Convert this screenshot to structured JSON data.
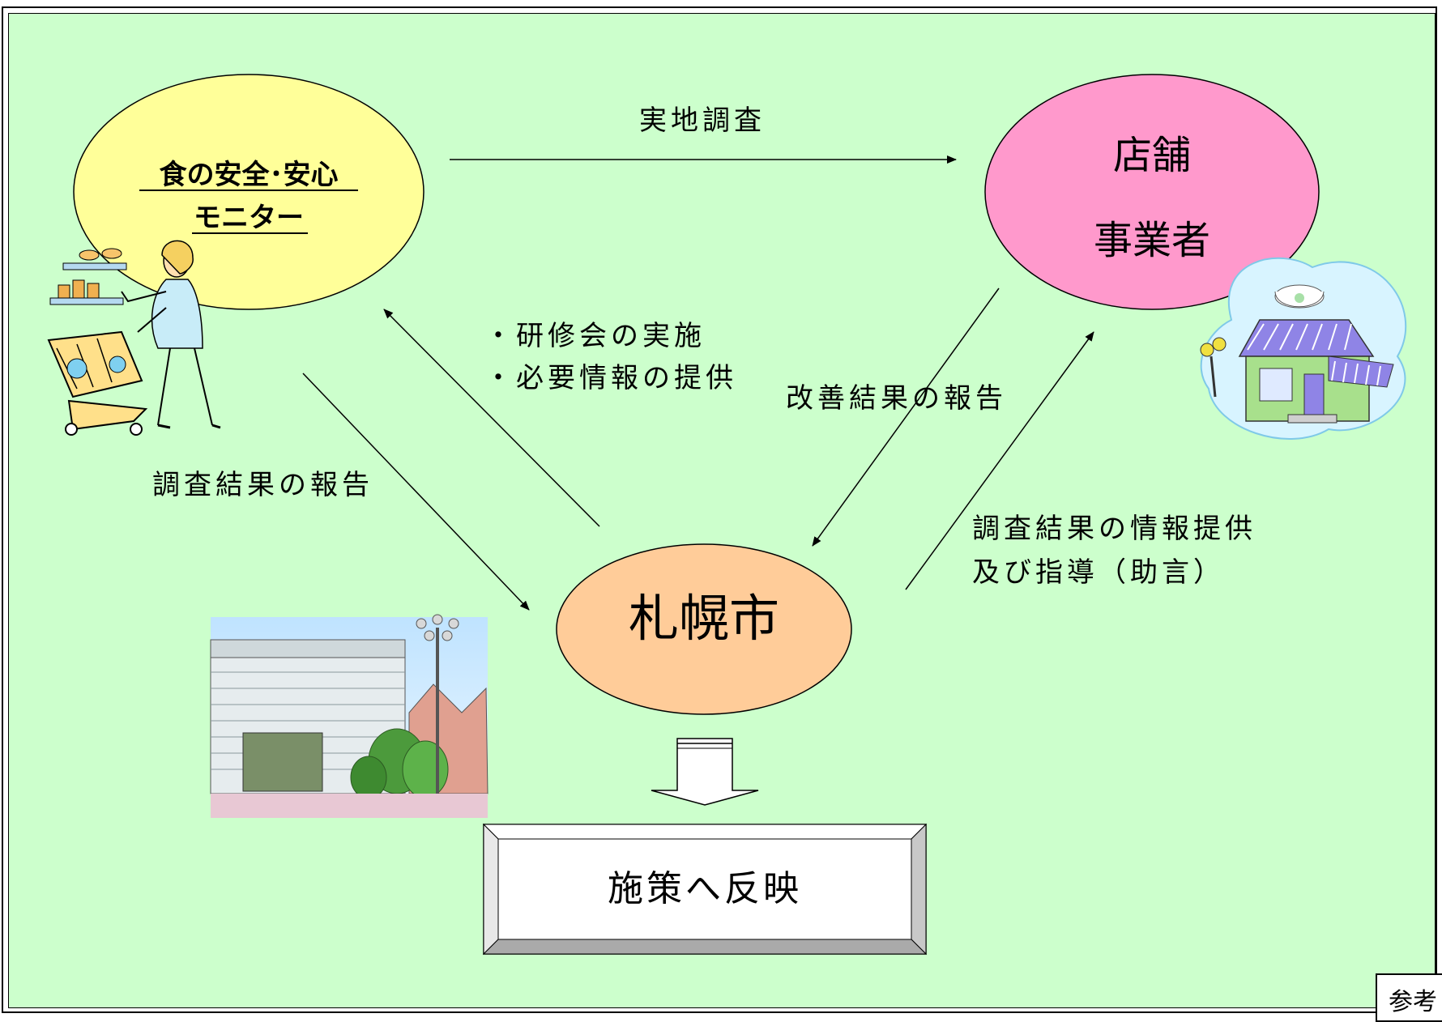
{
  "nodes": {
    "monitor": {
      "line1": "食の安全･安心",
      "line2": "モニター",
      "fill": "#ffff99"
    },
    "store": {
      "line1": "店舗",
      "line2": "事業者",
      "fill": "#ff99cc"
    },
    "city": {
      "label": "札幌市",
      "fill": "#ffcc99"
    },
    "policy": {
      "label": "施策へ反映"
    }
  },
  "edges": {
    "survey": "実地調査",
    "training": [
      "・研修会の実施",
      "・必要情報の提供"
    ],
    "improvement_report": "改善結果の報告",
    "survey_report": "調査結果の報告",
    "guidance": [
      "調査結果の情報提供",
      "及び指導（助言）"
    ]
  },
  "reference_tag": "参考",
  "colors": {
    "background": "#ccffcc",
    "monitor": "#ffff99",
    "store": "#ff99cc",
    "city": "#ffcc99"
  },
  "illustrations": [
    "shopper-illustration",
    "shop-illustration",
    "city-hall-illustration"
  ]
}
